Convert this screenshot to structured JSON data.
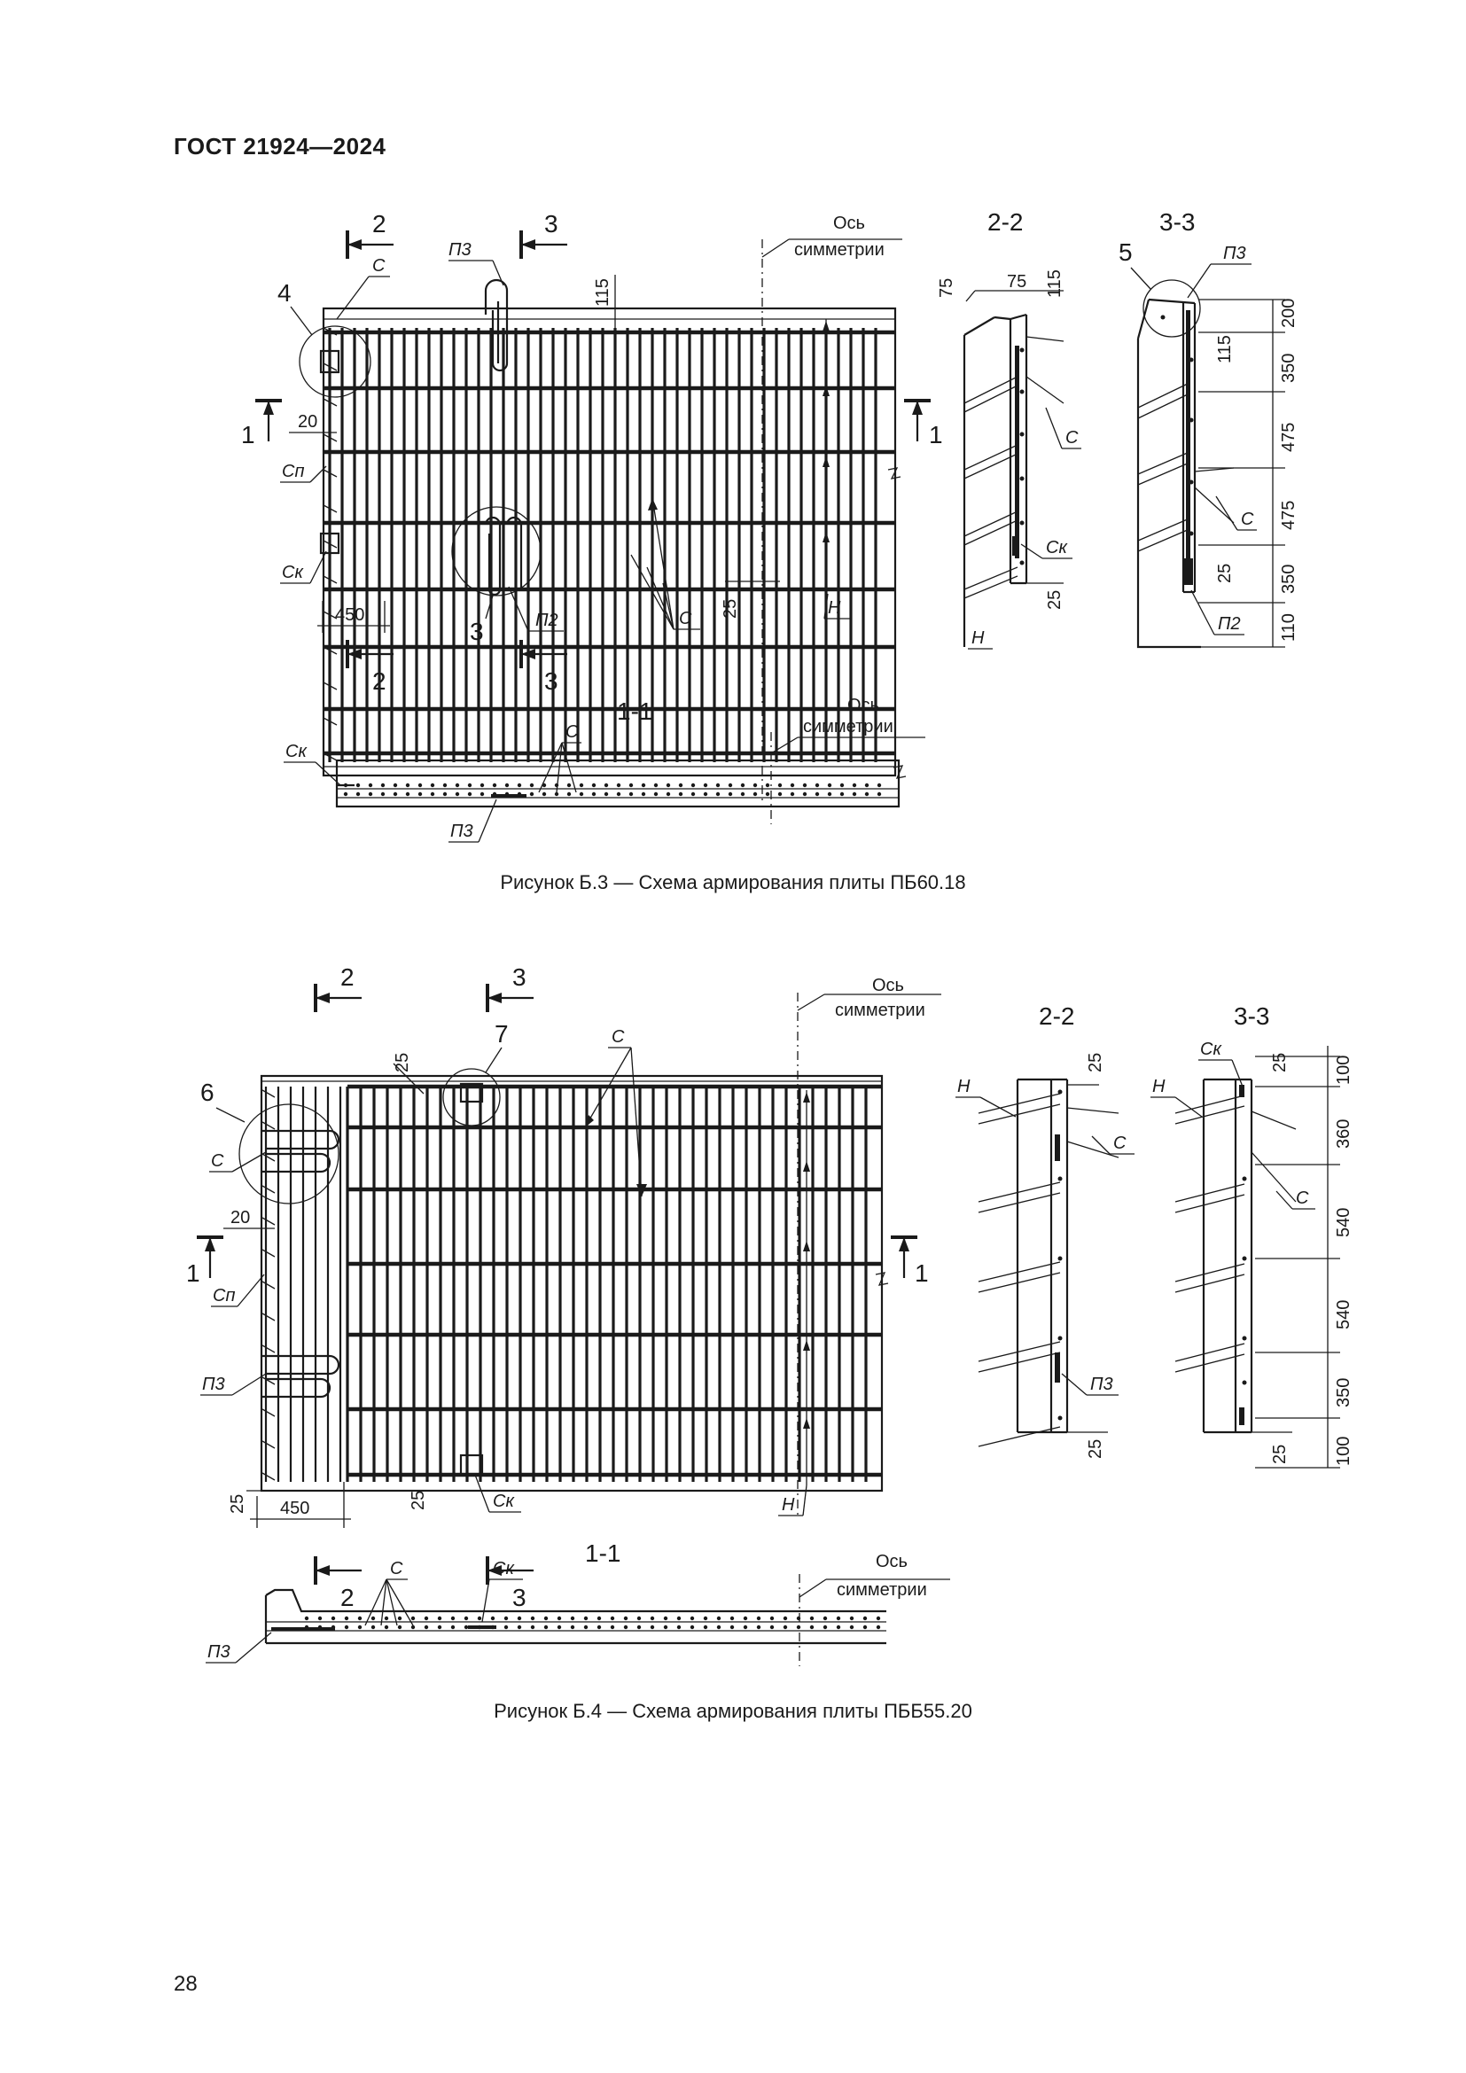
{
  "header": {
    "standard": "ГОСТ 21924—2024"
  },
  "page_number": "28",
  "figure_b3": {
    "caption": "Рисунок Б.3 — Схема армирования плиты ПБ60.18",
    "plan": {
      "section_2": "2",
      "section_3": "3",
      "section_1": "1",
      "axis_line1": "Ось",
      "axis_line2": "симметрии",
      "label_P3": "П3",
      "label_C": "С",
      "label_Sp": "Сп",
      "label_Sk": "Ск",
      "label_P2": "П2",
      "label_H": "Н",
      "node_4": "4",
      "node_3": "3",
      "dim_115": "115",
      "dim_20": "20",
      "dim_25": "25",
      "dim_450": "450"
    },
    "section_22": {
      "title": "2-2",
      "dim_75a": "75",
      "dim_75b": "75",
      "dim_115": "115",
      "dim_25": "25",
      "label_C": "С",
      "label_Sk": "Ск",
      "label_H": "Н"
    },
    "section_33": {
      "title": "3-3",
      "node_5": "5",
      "label_P3": "П3",
      "label_C": "С",
      "label_P2": "П2",
      "dims": [
        "200",
        "350",
        "475",
        "475",
        "350",
        "110"
      ],
      "dim_115": "115",
      "dim_25": "25"
    },
    "section_11": {
      "title": "1-1",
      "axis_line1": "Ось",
      "axis_line2": "симметрии",
      "label_Sk": "Ск",
      "label_C": "С",
      "label_P3": "П3"
    }
  },
  "figure_b4": {
    "caption": "Рисунок Б.4 — Схема армирования плиты ПББ55.20",
    "plan": {
      "section_2": "2",
      "section_3": "3",
      "section_1": "1",
      "axis_line1": "Ось",
      "axis_line2": "симметрии",
      "node_6": "6",
      "node_7": "7",
      "label_C": "С",
      "label_Sp": "Сп",
      "label_P3": "П3",
      "label_Sk": "Ск",
      "label_H": "Н",
      "dim_25a": "25",
      "dim_20": "20",
      "dim_25b": "25",
      "dim_450": "450",
      "dim_25c": "25"
    },
    "section_22": {
      "title": "2-2",
      "label_H": "Н",
      "label_C": "С",
      "label_P3": "П3",
      "dim_25a": "25",
      "dim_25b": "25"
    },
    "section_33": {
      "title": "3-3",
      "label_H": "Н",
      "label_Sk": "Ск",
      "label_C": "С",
      "dims": [
        "100",
        "360",
        "540",
        "540",
        "350",
        "100"
      ],
      "dim_25a": "25",
      "dim_25b": "25"
    },
    "section_11": {
      "title": "1-1",
      "axis_line1": "Ось",
      "axis_line2": "симметрии",
      "label_C": "С",
      "label_Sk": "Ск",
      "label_P3": "П3"
    }
  }
}
